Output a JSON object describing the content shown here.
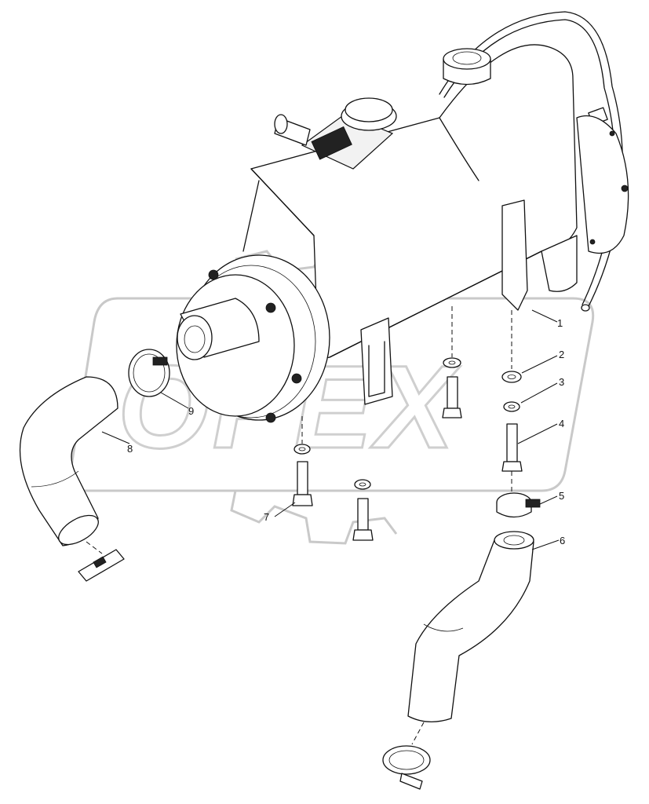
{
  "watermark": {
    "text": "OPEX"
  },
  "callouts": [
    {
      "id": "1",
      "label": "1"
    },
    {
      "id": "2",
      "label": "2"
    },
    {
      "id": "3",
      "label": "3"
    },
    {
      "id": "4",
      "label": "4"
    },
    {
      "id": "5",
      "label": "5"
    },
    {
      "id": "6",
      "label": "6"
    },
    {
      "id": "7",
      "label": "7"
    },
    {
      "id": "8",
      "label": "8"
    },
    {
      "id": "9",
      "label": "9"
    }
  ]
}
